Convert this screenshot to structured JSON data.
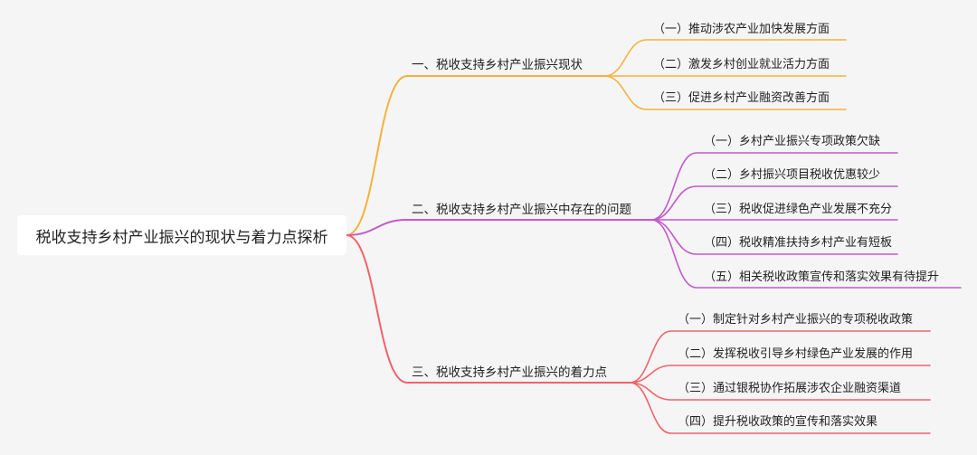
{
  "root": {
    "title": "税收支持乡村产业振兴的现状与着力点探析"
  },
  "colors": {
    "branch1": "#f5b13a",
    "branch2": "#c459cc",
    "branch3": "#f0636a"
  },
  "branches": [
    {
      "label": "一、税收支持乡村产业振兴现状",
      "children": [
        "（一）推动涉农产业加快发展方面",
        "（二）激发乡村创业就业活力方面",
        "（三）促进乡村产业融资改善方面"
      ]
    },
    {
      "label": "二、税收支持乡村产业振兴中存在的问题",
      "children": [
        "（一）乡村产业振兴专项政策欠缺",
        "（二）乡村振兴项目税收优惠较少",
        "（三）税收促进绿色产业发展不充分",
        "（四）税收精准扶持乡村产业有短板",
        "（五）相关税收政策宣传和落实效果有待提升"
      ]
    },
    {
      "label": "三、税收支持乡村产业振兴的着力点",
      "children": [
        "（一）制定针对乡村产业振兴的专项税收政策",
        "（二）发挥税收引导乡村绿色产业发展的作用",
        "（三）通过银税协作拓展涉农企业融资渠道",
        "（四）提升税收政策的宣传和落实效果"
      ]
    }
  ]
}
